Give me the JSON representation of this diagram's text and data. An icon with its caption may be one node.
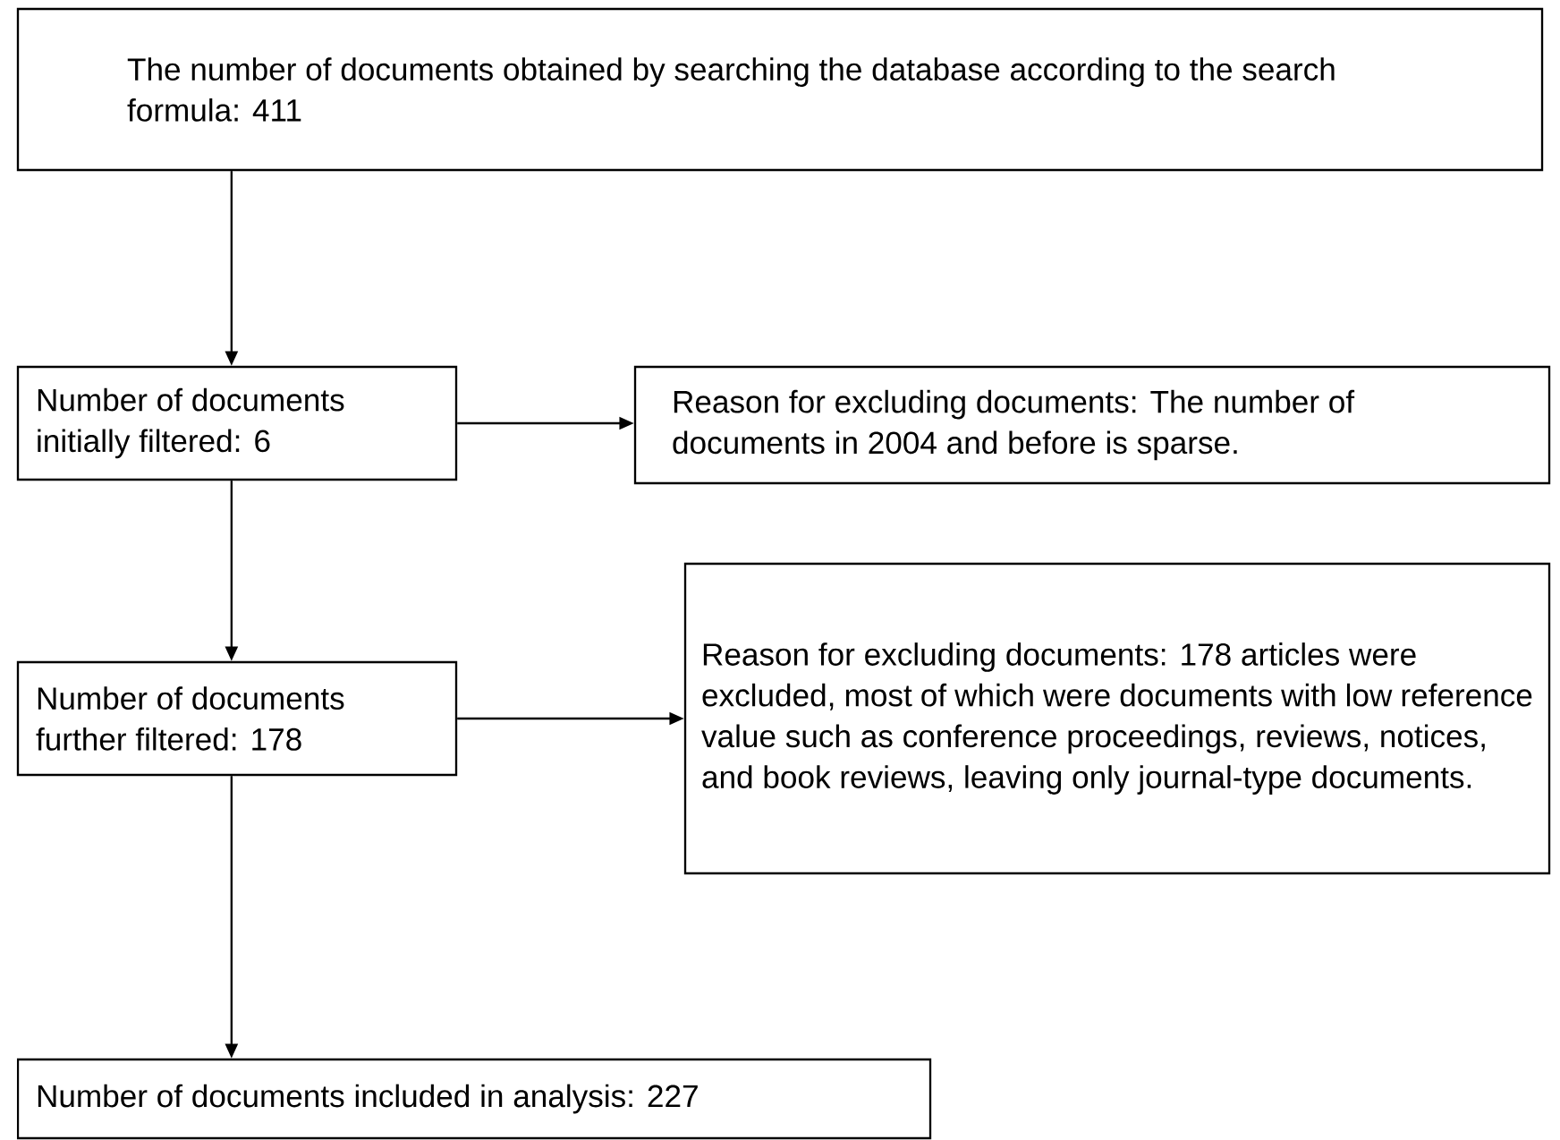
{
  "diagram": {
    "nodes": [
      {
        "text": [
          "The number of documents obtained by searching the database according to the search formula: 411"
        ]
      },
      {
        "text": [
          "Number of documents initially filtered: 6"
        ]
      },
      {
        "text": [
          "Reason for excluding documents: The number of documents in 2004 and before is sparse."
        ]
      },
      {
        "text": [
          "Number of documents further filtered: 178"
        ]
      },
      {
        "text": [
          "Reason for excluding documents: 178 articles were excluded, most of which were documents with low reference value such as conference proceedings, reviews, notices, and book reviews, leaving only journal-type documents."
        ]
      },
      {
        "text": [
          "Number of documents included in analysis: 227"
        ]
      }
    ],
    "edges": [
      {
        "from": 0,
        "to": 1,
        "arrow": "to"
      },
      {
        "from": 1,
        "to": 2,
        "arrow": "to"
      },
      {
        "from": 1,
        "to": 3,
        "arrow": "to"
      },
      {
        "from": 3,
        "to": 4,
        "arrow": "to"
      },
      {
        "from": 3,
        "to": 5,
        "arrow": "to"
      }
    ]
  }
}
